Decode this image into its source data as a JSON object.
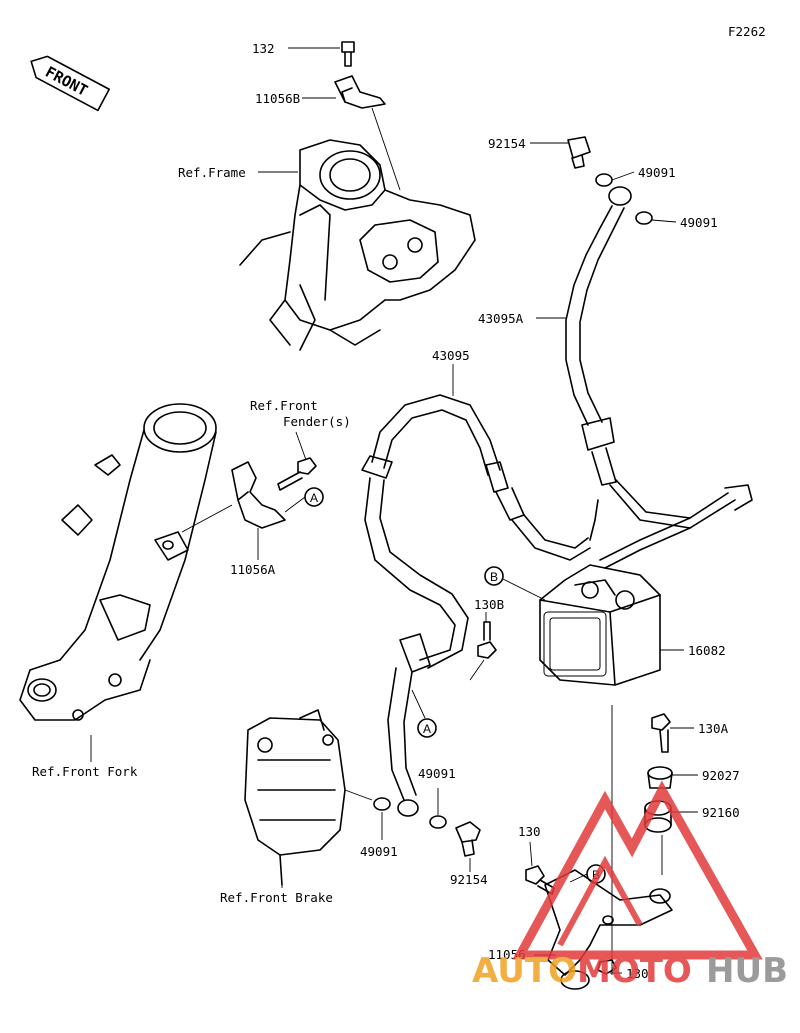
{
  "figure_code": "F2262",
  "front_tag": "FRONT",
  "callouts": {
    "A": "A",
    "B": "B"
  },
  "labels": {
    "p132": "132",
    "p11056B": "11056B",
    "ref_frame": "Ref.Frame",
    "p92154_top": "92154",
    "p49091_a": "49091",
    "p49091_b": "49091",
    "p43095A": "43095A",
    "p43095": "43095",
    "ref_fender_1": "Ref.Front",
    "ref_fender_2": "Fender(s)",
    "p11056A": "11056A",
    "p130B": "130B",
    "p16082": "16082",
    "p130A": "130A",
    "p92027": "92027",
    "p92160": "92160",
    "ref_front_fork": "Ref.Front Fork",
    "p49091_c": "49091",
    "p49091_d": "49091",
    "p92154_bot": "92154",
    "ref_front_brake": "Ref.Front Brake",
    "p130_a": "130",
    "p11056": "11056",
    "p130_b": "130"
  },
  "watermark": {
    "left": "AUTO",
    "mid": "MOTO",
    "right": "HUB",
    "color_orange": "#f2a020",
    "color_red": "#e23b3b",
    "color_gray": "#8a8a8a"
  }
}
